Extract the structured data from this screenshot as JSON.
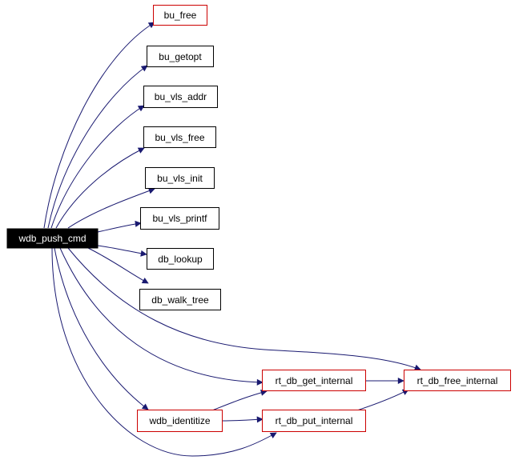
{
  "colors": {
    "edge": "#191970",
    "root_fill": "#000000",
    "root_text": "#ffffff",
    "black_border": "#000000",
    "red_border": "#cc0000",
    "background": "#ffffff"
  },
  "nodes": {
    "wdb_push_cmd": "wdb_push_cmd",
    "bu_free": "bu_free",
    "bu_getopt": "bu_getopt",
    "bu_vls_addr": "bu_vls_addr",
    "bu_vls_free": "bu_vls_free",
    "bu_vls_init": "bu_vls_init",
    "bu_vls_printf": "bu_vls_printf",
    "db_lookup": "db_lookup",
    "db_walk_tree": "db_walk_tree",
    "rt_db_get_internal": "rt_db_get_internal",
    "rt_db_free_internal": "rt_db_free_internal",
    "wdb_identitize": "wdb_identitize",
    "rt_db_put_internal": "rt_db_put_internal"
  }
}
